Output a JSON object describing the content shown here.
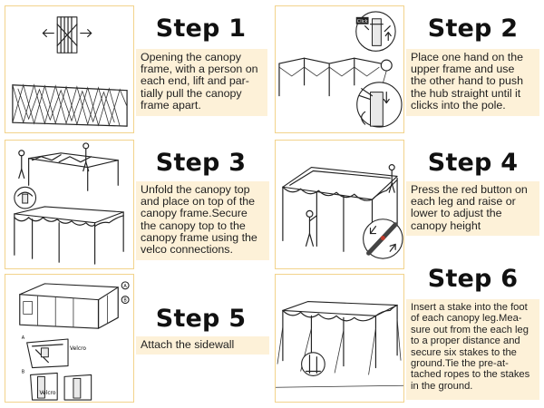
{
  "steps": [
    {
      "title": "Step 1",
      "text": "Opening the canopy\nframe, with a person on\neach end, lift and par-\ntially pull the canopy\nframe apart."
    },
    {
      "title": "Step 2",
      "text": "Place one hand on the\nupper frame and use\nthe other hand to push\nthe hub straight until it\nclicks into the pole.",
      "callout_label": "Click"
    },
    {
      "title": "Step 3",
      "text": "Unfold the canopy top\nand place on top of the\ncanopy frame.Secure\nthe canopy top to the\ncanopy frame using the\nvelco connections."
    },
    {
      "title": "Step 4",
      "text": "Press the red button on\neach leg and raise or\nlower to adjust the\ncanopy height"
    },
    {
      "title": "Step 5",
      "text": "Attach the sidewall",
      "callouts": [
        "A",
        "B",
        "A",
        "B"
      ],
      "labels": [
        "Velcro",
        "Velcro"
      ]
    },
    {
      "title": "Step 6",
      "text": "Insert a stake into the foot\nof each canopy leg.Mea-\nsure out from the each leg\nto a proper distance and\nsecure six stakes to the\nground.Tie the pre-at-\ntached ropes to the stakes\nin the ground."
    }
  ]
}
